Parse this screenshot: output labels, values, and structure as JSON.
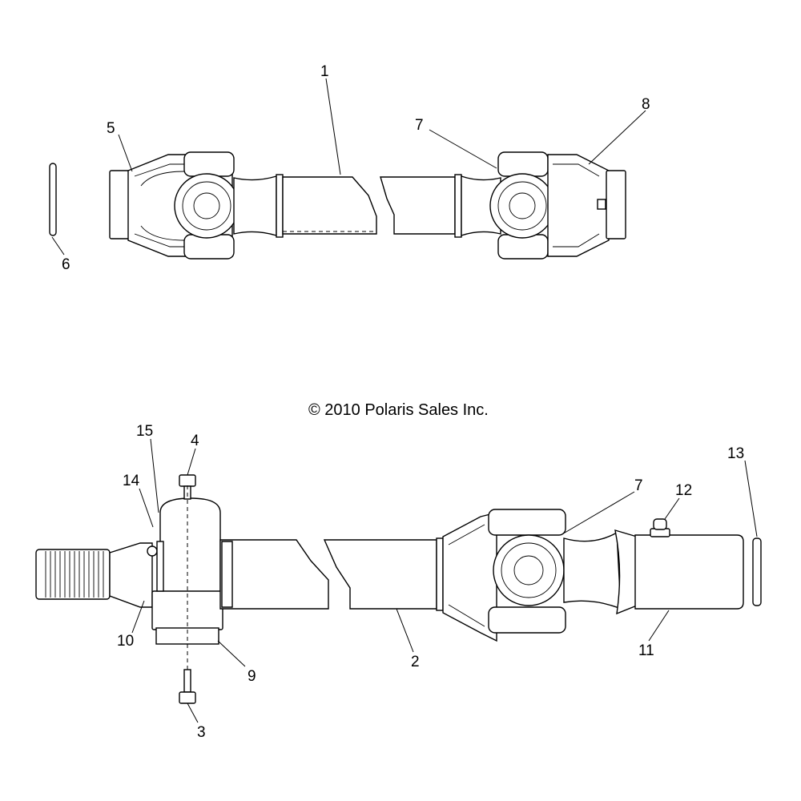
{
  "diagram": {
    "copyright": "© 2010 Polaris Sales Inc.",
    "callouts": {
      "c1": "1",
      "c5": "5",
      "c6": "6",
      "c7a": "7",
      "c8": "8",
      "c15": "15",
      "c4": "4",
      "c14": "14",
      "c10": "10",
      "c9": "9",
      "c3": "3",
      "c2": "2",
      "c7b": "7",
      "c12": "12",
      "c11": "11",
      "c13": "13"
    }
  }
}
